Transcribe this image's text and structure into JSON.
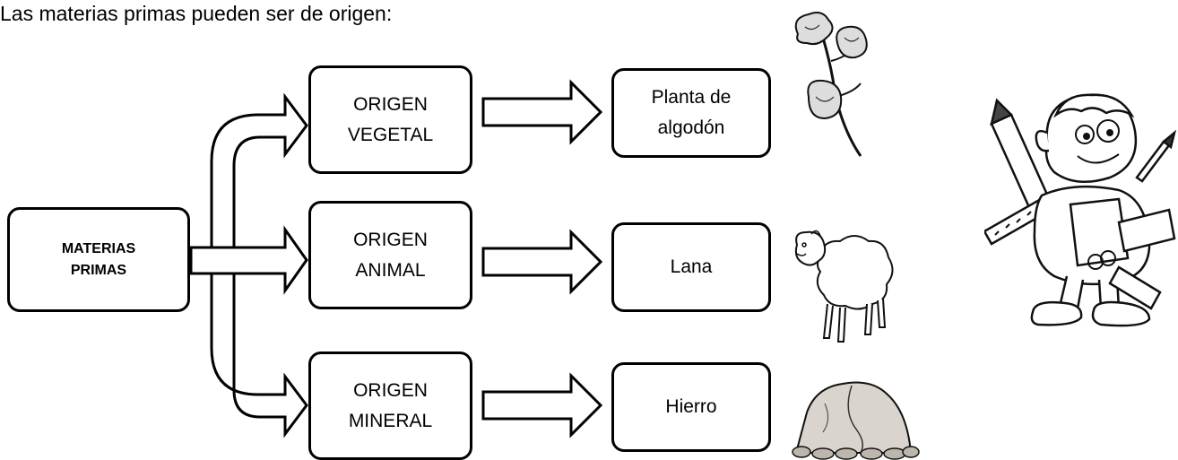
{
  "intro": "Las materias primas pueden ser de origen:",
  "root": {
    "line1": "MATERIAS",
    "line2": "PRIMAS"
  },
  "origins": [
    {
      "line1": "ORIGEN",
      "line2": "VEGETAL"
    },
    {
      "line1": "ORIGEN",
      "line2": "ANIMAL"
    },
    {
      "line1": "ORIGEN",
      "line2": "MINERAL"
    }
  ],
  "examples": [
    {
      "line1": "Planta de",
      "line2": "algodón"
    },
    {
      "line1": "Lana",
      "line2": ""
    },
    {
      "line1": "Hierro",
      "line2": ""
    }
  ],
  "illustrations": [
    "cotton-plant-icon",
    "sheep-icon",
    "rock-icon",
    "boy-with-school-supplies-icon"
  ]
}
